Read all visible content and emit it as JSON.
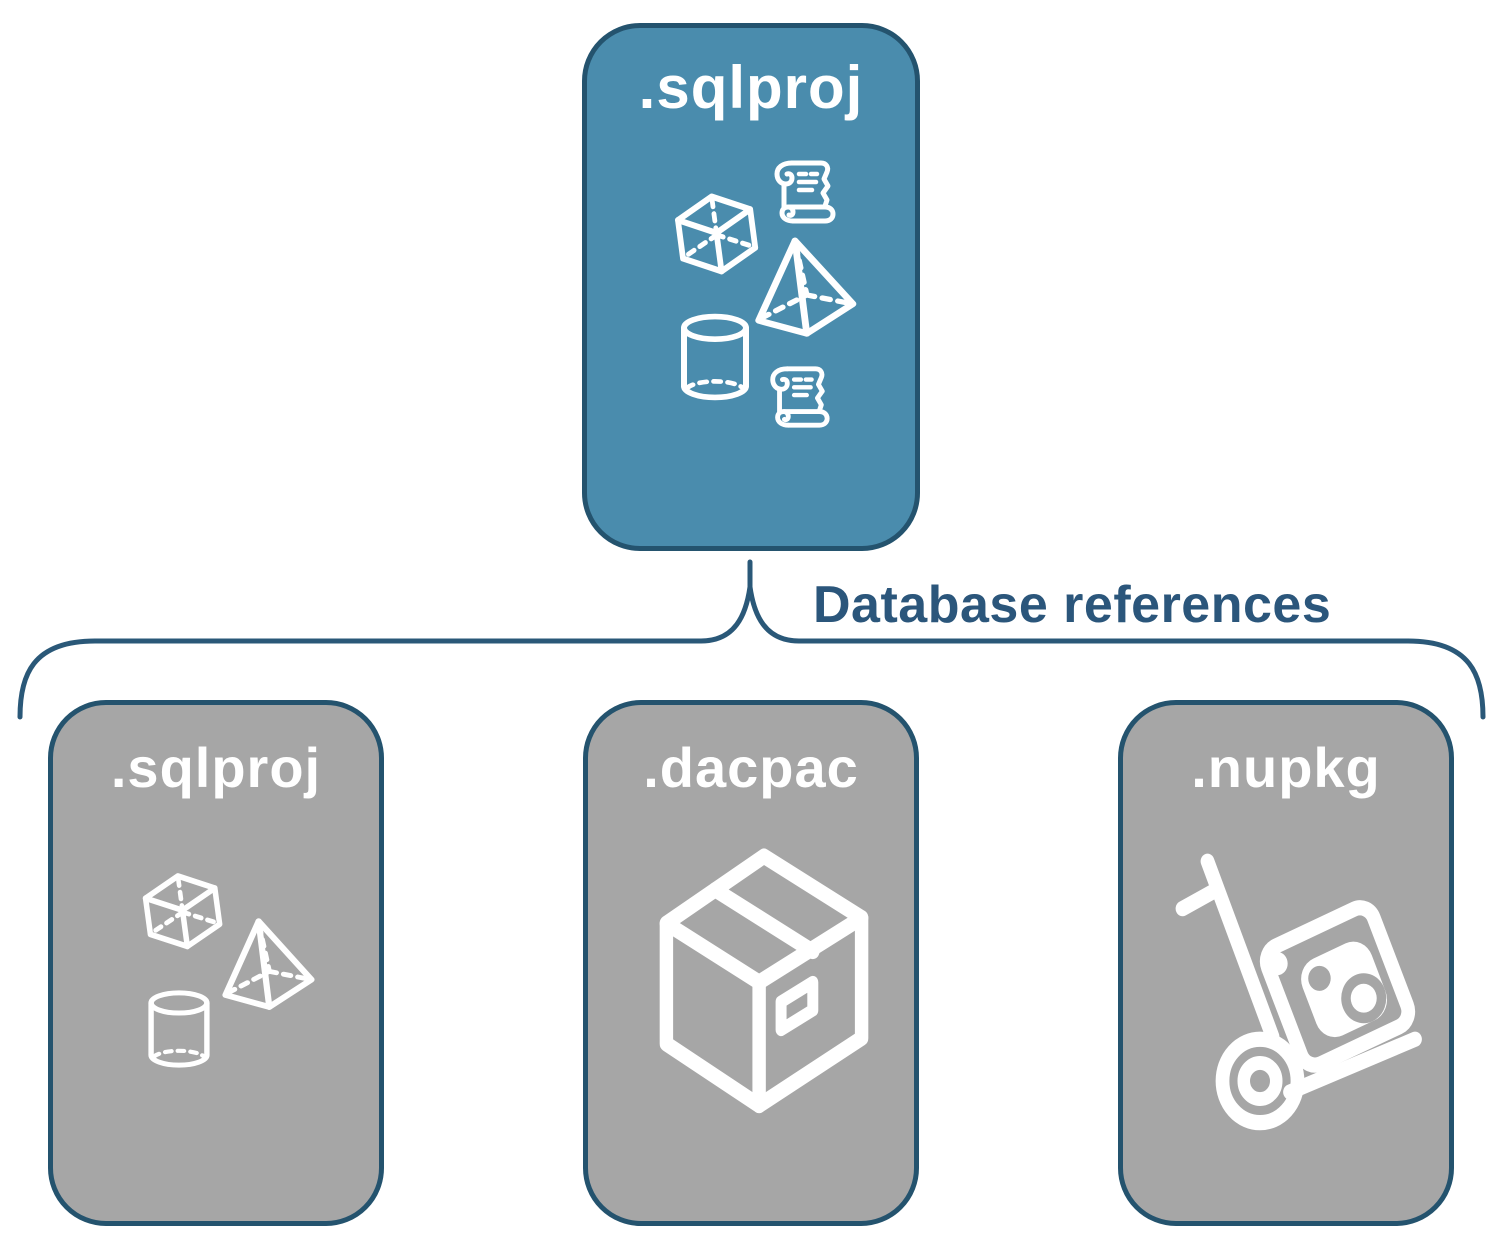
{
  "diagram": {
    "root_node": {
      "label": ".sqlproj",
      "icons": [
        "scroll-icon",
        "cube-icon",
        "pyramid-icon",
        "cylinder-icon",
        "scroll-icon"
      ]
    },
    "connector_label": "Database references",
    "child_nodes": [
      {
        "label": ".sqlproj",
        "icons": [
          "cube-icon",
          "pyramid-icon",
          "cylinder-icon"
        ]
      },
      {
        "label": ".dacpac",
        "icons": [
          "package-box-icon"
        ]
      },
      {
        "label": ".nupkg",
        "icons": [
          "hand-truck-icon",
          "nuget-package-icon"
        ]
      }
    ],
    "colors": {
      "background": "#FFFFFF",
      "root_fill": "#4A8CAD",
      "child_fill": "#A6A6A6",
      "node_border": "#24536E",
      "connector_line": "#2A5878",
      "connector_text": "#2B567B",
      "node_label_text": "#FFFFFF",
      "icon_stroke": "#FFFFFF"
    }
  }
}
